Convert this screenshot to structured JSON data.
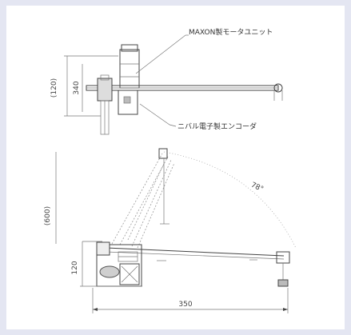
{
  "top_view": {
    "motor_label": "MAXON製モータユニット",
    "encoder_label": "ニバル電子製エンコーダ",
    "dim_outer": "(120)",
    "dim_inner": "340"
  },
  "side_view": {
    "height_label": "(600)",
    "base_height": "120",
    "angle_label": "78°",
    "width_label": "350"
  }
}
